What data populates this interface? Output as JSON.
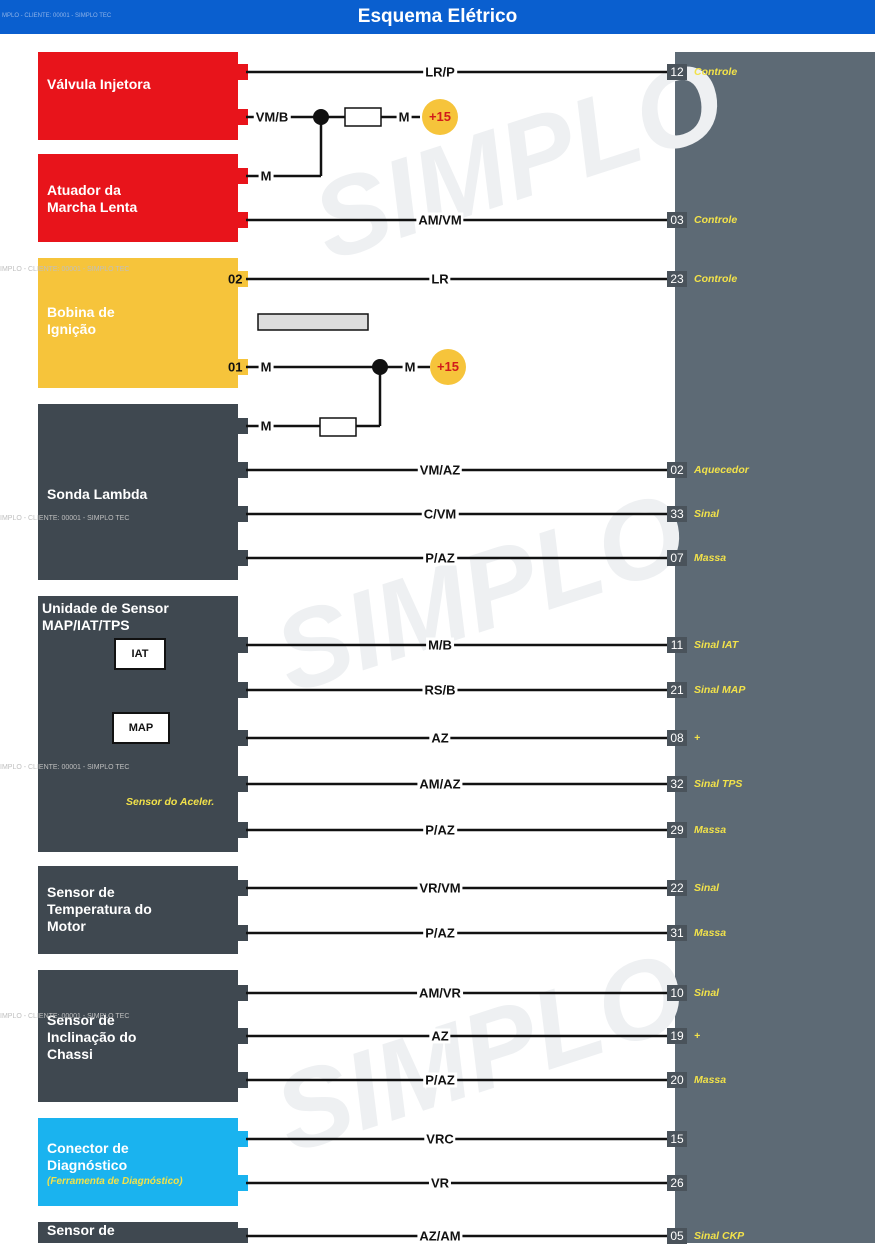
{
  "header": {
    "title": "Esquema Elétrico",
    "small": "MPLO - CLIENTE: 00001 - SIMPLO TEC"
  },
  "watermark": {
    "lines": [
      "IMPLO - CLIENTE: 00001 - SIMPLO TEC",
      "IMPLO - CLIENTE: 00001 - SIMPLO TEC",
      "IMPLO - CLIENTE: 00001 - SIMPLO TEC",
      "IMPLO - CLIENTE: 00001 - SIMPLO TEC"
    ],
    "logo": "SIMPLO"
  },
  "blocks": {
    "valvula": {
      "label": "Válvula Injetora",
      "color": "#e8141b"
    },
    "atuador": {
      "label": "Atuador da Marcha Lenta",
      "color": "#e8141b"
    },
    "bobina": {
      "label": "Bobina de Ignição",
      "color": "#f6c43b"
    },
    "sonda": {
      "label": "Sonda Lambda",
      "color": "#3f4850"
    },
    "unidade": {
      "label": "Unidade de Sensor MAP/IAT/TPS",
      "color": "#3f4850",
      "iat": "IAT",
      "map": "MAP",
      "note": "Sensor do Aceler."
    },
    "temperatura": {
      "label": "Sensor de Temperatura do Motor",
      "color": "#3f4850"
    },
    "inclinacao": {
      "label": "Sensor de Inclinação do Chassi",
      "color": "#3f4850"
    },
    "conector": {
      "label": "Conector de Diagnóstico",
      "sublabel": "(Ferramenta de Diagnóstico)",
      "color": "#1ab3ef"
    },
    "ckp": {
      "label": "Sensor de",
      "color": "#3f4850"
    }
  },
  "wires": [
    {
      "label": "LR/P",
      "pin": "12",
      "desc": "Controle"
    },
    {
      "label": "AM/VM",
      "pin": "03",
      "desc": "Controle"
    },
    {
      "label": "LR",
      "pin": "23",
      "desc": "Controle"
    },
    {
      "label": "VM/AZ",
      "pin": "02",
      "desc": "Aquecedor"
    },
    {
      "label": "C/VM",
      "pin": "33",
      "desc": "Sinal"
    },
    {
      "label": "P/AZ",
      "pin": "07",
      "desc": "Massa"
    },
    {
      "label": "M/B",
      "pin": "11",
      "desc": "Sinal IAT"
    },
    {
      "label": "RS/B",
      "pin": "21",
      "desc": "Sinal MAP"
    },
    {
      "label": "AZ",
      "pin": "08",
      "desc": "+"
    },
    {
      "label": "AM/AZ",
      "pin": "32",
      "desc": "Sinal TPS"
    },
    {
      "label": "P/AZ",
      "pin": "29",
      "desc": "Massa"
    },
    {
      "label": "VR/VM",
      "pin": "22",
      "desc": "Sinal"
    },
    {
      "label": "P/AZ",
      "pin": "31",
      "desc": "Massa"
    },
    {
      "label": "AM/VR",
      "pin": "10",
      "desc": "Sinal"
    },
    {
      "label": "AZ",
      "pin": "19",
      "desc": "+"
    },
    {
      "label": "P/AZ",
      "pin": "20",
      "desc": "Massa"
    },
    {
      "label": "VRC",
      "pin": "15",
      "desc": ""
    },
    {
      "label": "VR",
      "pin": "26",
      "desc": ""
    },
    {
      "label": "AZ/AM",
      "pin": "05",
      "desc": "Sinal CKP"
    }
  ],
  "aux_wires": {
    "vmb": "VM/B",
    "m1": "M",
    "m2": "M",
    "m3": "M",
    "m4": "M",
    "m5": "M",
    "plus": "+15",
    "pin02": "02",
    "pin01": "01"
  }
}
